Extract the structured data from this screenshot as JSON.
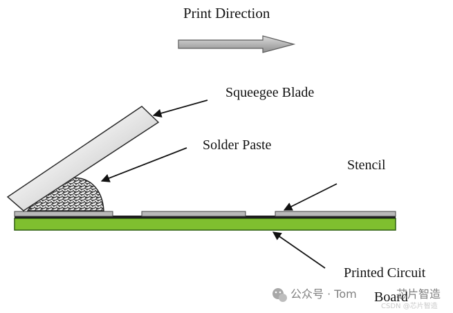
{
  "diagram": {
    "direction_label": "Print Direction",
    "labels": {
      "squeegee": "Squeegee Blade",
      "paste": "Solder Paste",
      "stencil": "Stencil",
      "board_line1": "Printed Circuit",
      "board_line2": "Board"
    },
    "colors": {
      "board": "#7fbf2f",
      "board_edge": "#2f5f12",
      "stencil": "#b9b9b9",
      "blade_light": "#f2f2f2",
      "blade_dark": "#8a8a8a",
      "arrow": "#a8a8a8"
    }
  },
  "watermark": {
    "wechat_text": "公众号 · Tom",
    "wechat_tail": "芯片智造",
    "csdn_text": "CSDN @芯片智造",
    "icon": "wechat-icon"
  }
}
